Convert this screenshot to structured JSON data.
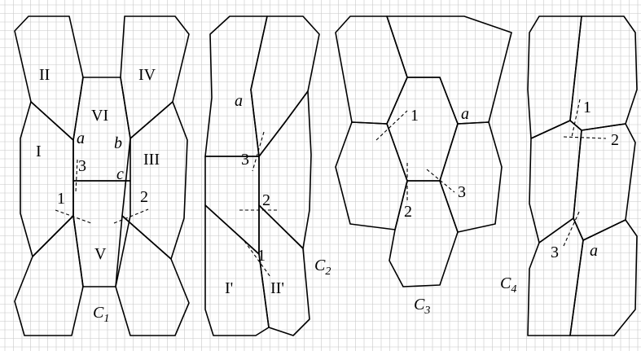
{
  "panels": [
    {
      "id": "C1",
      "caption": "C",
      "caption_sub": "1",
      "regions": [
        "I",
        "II",
        "III",
        "IV",
        "V",
        "VI"
      ],
      "vertex_labels": [
        "a",
        "b",
        "c"
      ],
      "numbers": [
        "1",
        "2",
        "3"
      ]
    },
    {
      "id": "C2",
      "caption": "C",
      "caption_sub": "2",
      "regions": [
        "I'",
        "II'"
      ],
      "vertex_labels": [
        "a"
      ],
      "numbers": [
        "1",
        "2",
        "3"
      ]
    },
    {
      "id": "C3",
      "caption": "C",
      "caption_sub": "3",
      "vertex_labels": [
        "a"
      ],
      "numbers": [
        "1",
        "2",
        "3"
      ]
    },
    {
      "id": "C4",
      "caption": "C",
      "caption_sub": "4",
      "vertex_labels": [
        "a"
      ],
      "numbers": [
        "1",
        "2",
        "3"
      ]
    }
  ],
  "colors": {
    "grid": "#c8c8c8",
    "ink": "#000000",
    "background": "#ffffff"
  }
}
